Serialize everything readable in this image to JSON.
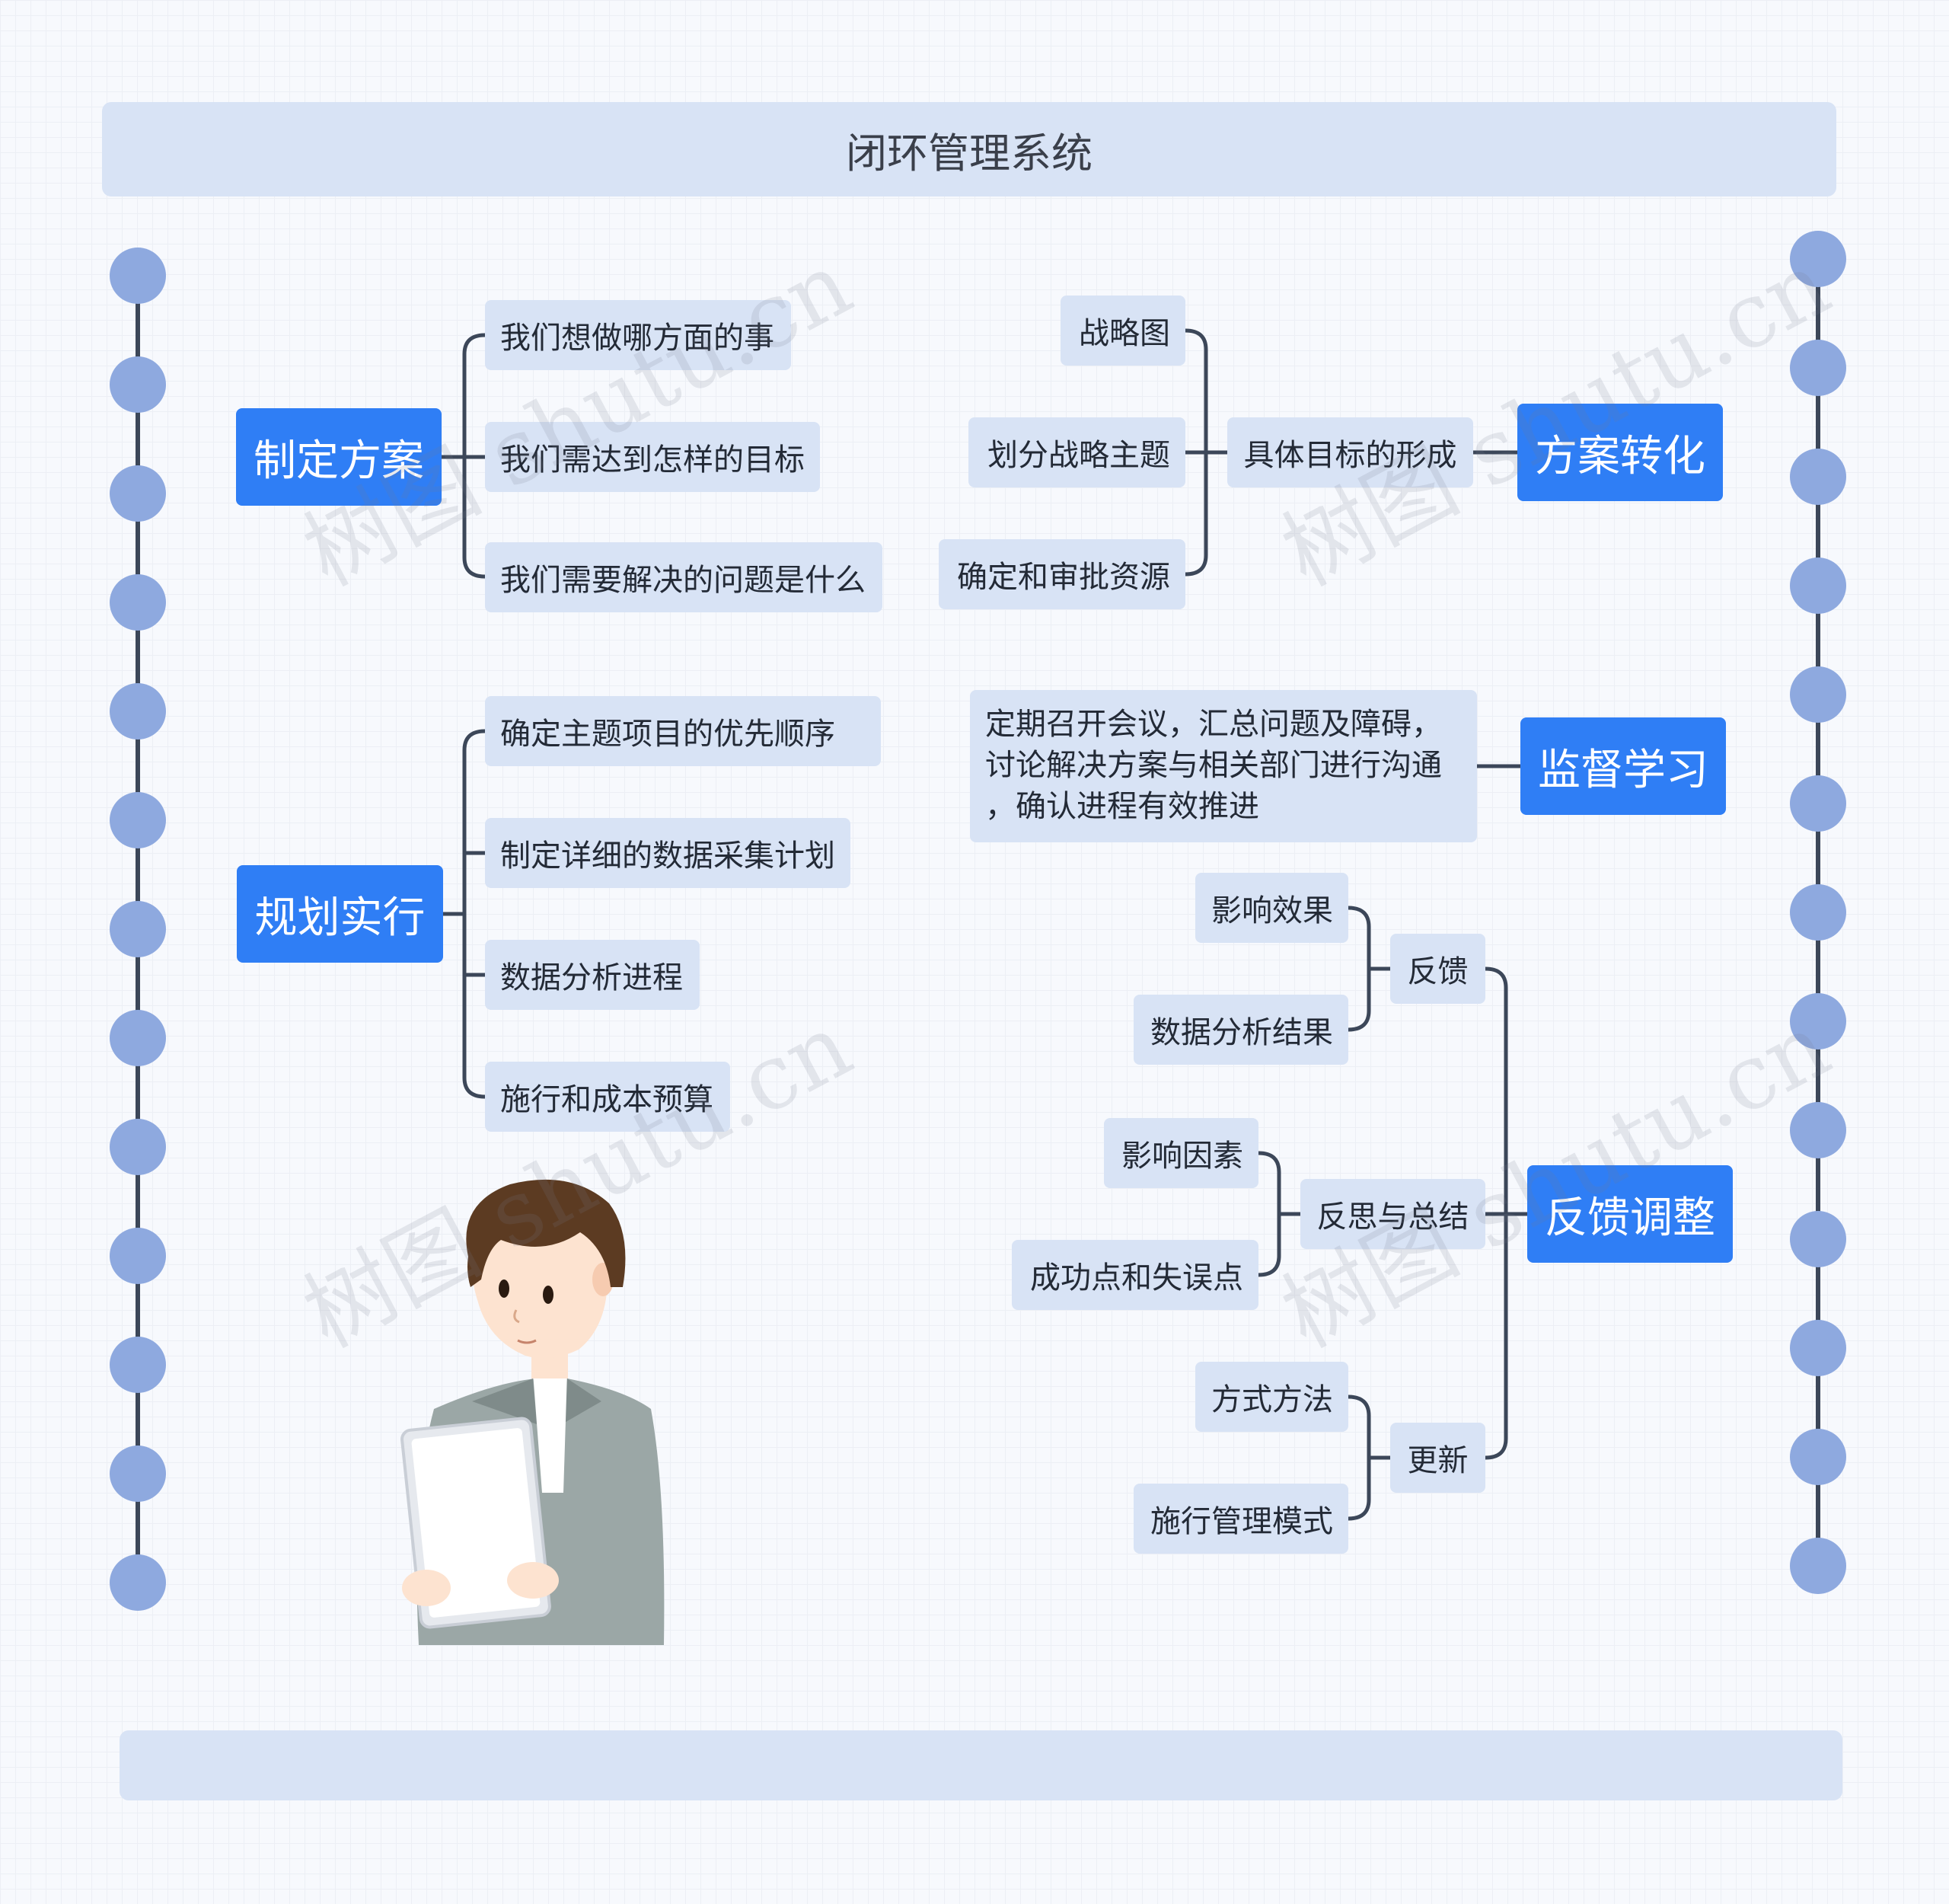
{
  "title": "闭环管理系统",
  "colors": {
    "main_node": "#2f7ef5",
    "sub_node": "#d8e3f5",
    "connector": "#3c4759",
    "rail_dot": "#8ea9df"
  },
  "branches": {
    "plan": {
      "label": "制定方案",
      "children": [
        "我们想做哪方面的事",
        "我们需达到怎样的目标",
        "我们需要解决的问题是什么"
      ]
    },
    "implement": {
      "label": "规划实行",
      "children": [
        "确定主题项目的优先顺序",
        "制定详细的数据采集计划",
        "数据分析进程",
        "施行和成本预算"
      ]
    },
    "convert": {
      "label": "方案转化",
      "middle": "具体目标的形成",
      "children": [
        "战略图",
        "划分战略主题",
        "确定和审批资源"
      ]
    },
    "supervise": {
      "label": "监督学习",
      "detail_lines": [
        "定期召开会议，汇总问题及障碍，",
        "讨论解决方案与相关部门进行沟通",
        "，确认进程有效推进"
      ]
    },
    "adjust": {
      "label": "反馈调整",
      "groups": [
        {
          "label": "反馈",
          "children": [
            "影响效果",
            "数据分析结果"
          ]
        },
        {
          "label": "反思与总结",
          "children": [
            "影响因素",
            "成功点和失误点"
          ]
        },
        {
          "label": "更新",
          "children": [
            "方式方法",
            "施行管理模式"
          ]
        }
      ]
    }
  },
  "watermark": "树图 shutu.cn"
}
